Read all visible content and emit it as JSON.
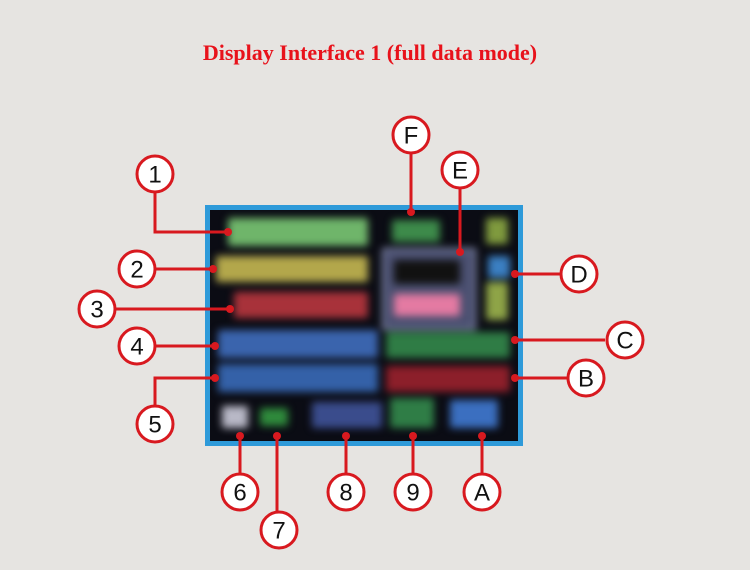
{
  "title": "Display Interface 1 (full data mode)",
  "colors": {
    "accent": "#d8191f",
    "frame": "#2e9ad9",
    "title": "#e8121b"
  },
  "callouts": [
    {
      "id": "1",
      "label": "1"
    },
    {
      "id": "2",
      "label": "2"
    },
    {
      "id": "3",
      "label": "3"
    },
    {
      "id": "4",
      "label": "4"
    },
    {
      "id": "5",
      "label": "5"
    },
    {
      "id": "6",
      "label": "6"
    },
    {
      "id": "7",
      "label": "7"
    },
    {
      "id": "8",
      "label": "8"
    },
    {
      "id": "9",
      "label": "9"
    },
    {
      "id": "A",
      "label": "A"
    },
    {
      "id": "B",
      "label": "B"
    },
    {
      "id": "C",
      "label": "C"
    },
    {
      "id": "D",
      "label": "D"
    },
    {
      "id": "E",
      "label": "E"
    },
    {
      "id": "F",
      "label": "F"
    }
  ]
}
